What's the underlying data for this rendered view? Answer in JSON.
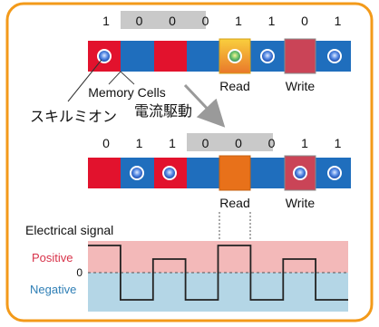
{
  "colors": {
    "border": "#f39a1a",
    "red_cell": "#e2122d",
    "blue_cell": "#1f6ebd",
    "read_box_top": "#f7c433",
    "read_box_bottom": "#e8711a",
    "write_box": "#ca4457",
    "bit_highlight": "#c8c8c8",
    "positive_band": "#f3b9b9",
    "negative_band": "#b4d6e6",
    "positive_text": "#d8334a",
    "negative_text": "#2f7fb6"
  },
  "top_track": {
    "bits": [
      "1",
      "0",
      "0",
      "0",
      "1",
      "1",
      "0",
      "1"
    ],
    "read_label": "Read",
    "write_label": "Write"
  },
  "bottom_track": {
    "bits": [
      "0",
      "1",
      "1",
      "0",
      "0",
      "0",
      "1",
      "1"
    ],
    "read_label": "Read",
    "write_label": "Write"
  },
  "labels": {
    "memory_cells": "Memory Cells",
    "skyrmion": "スキルミオン",
    "current_drive": "電流駆動"
  },
  "signal": {
    "title": "Electrical signal",
    "positive_label": "Positive",
    "zero_label": "0",
    "negative_label": "Negative",
    "levels": [
      1,
      -1,
      0.5,
      -1,
      1,
      -1,
      0.5,
      -1
    ]
  }
}
